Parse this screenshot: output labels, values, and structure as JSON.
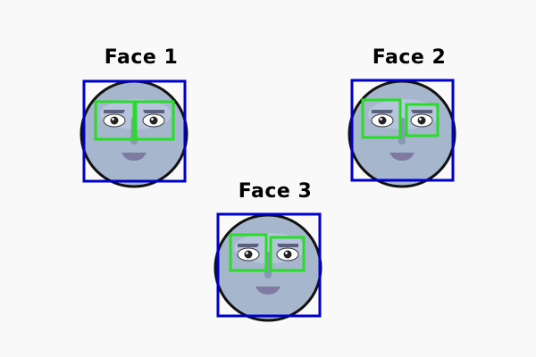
{
  "image": {
    "background": "#f9f9f9"
  },
  "colors": {
    "face_fill": "#a6b6cc",
    "face_outline": "#111111",
    "forehead_highlight": "#b6c5db",
    "nose": "#8899b2",
    "brow": "#5c5f7d",
    "eye_white": "#ffffff",
    "eye_outline": "#333333",
    "iris": "#222222",
    "pupil_glint": "#ffffff",
    "mouth": "#7f7aa2",
    "face_box": "#0000c8",
    "eye_box": "#28dc28"
  },
  "faces": [
    {
      "label": "Face 1"
    },
    {
      "label": "Face 2"
    },
    {
      "label": "Face 3"
    }
  ]
}
